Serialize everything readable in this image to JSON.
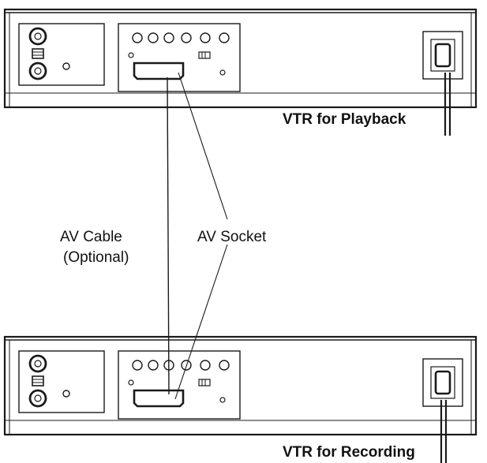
{
  "diagram": {
    "top_device": {
      "label": "VTR for Playback"
    },
    "bottom_device": {
      "label": "VTR for Recording"
    },
    "cable": {
      "label_line1": "AV Cable",
      "label_line2": "(Optional)"
    },
    "socket": {
      "label": "AV Socket"
    },
    "colors": {
      "line": "#1a1a1a",
      "background": "#ffffff"
    }
  }
}
